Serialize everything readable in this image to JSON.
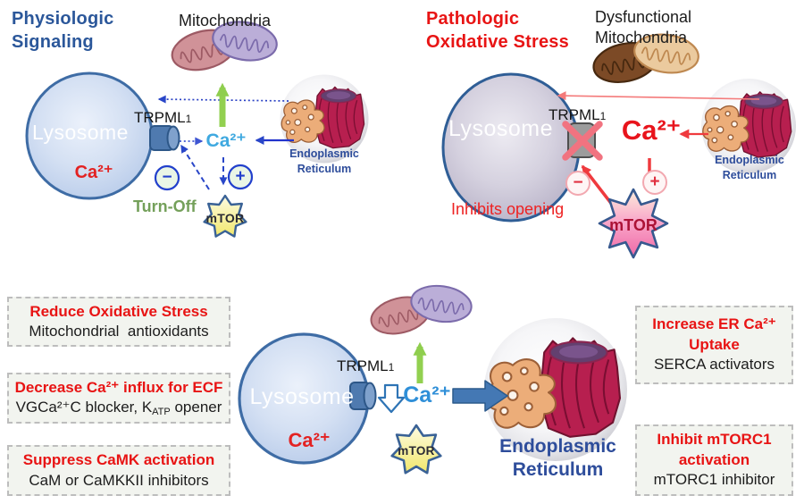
{
  "colors": {
    "physiologic_blue": "#2B579A",
    "pathologic_red": "#E81414",
    "ca_red": "#E32222",
    "ca_cyan": "#3FA9E0",
    "ca_blue": "#2F8FD8",
    "green_arrow": "#92D050",
    "turn_off_green": "#74A05A",
    "er_label_blue": "#2E4D9B",
    "box_fill": "#F2F4EF"
  },
  "physiologic": {
    "title": "Physiologic\nSignaling",
    "mitochondria_label": "Mitochondria",
    "lysosome_label": "Lysosome",
    "lysosome_ca_label": "Ca²⁺",
    "trpml1_label": "TRPML",
    "trpml1_sub": "1",
    "ca_label": "Ca²⁺",
    "er_label": "Endoplasmic\nReticulum",
    "minus_label": "−",
    "plus_label": "+",
    "turn_off_label": "Turn-Off",
    "mtor_label": "mTOR"
  },
  "pathologic": {
    "title": "Pathologic\nOxidative Stress",
    "mitochondria_label": "Dysfunctional\nMitochondria",
    "lysosome_label": "Lysosome",
    "trpml1_label": "TRPML",
    "trpml1_sub": "1",
    "ca_label": "Ca²⁺",
    "er_label": "Endoplasmic\nReticulum",
    "minus_label": "−",
    "plus_label": "+",
    "inhibits_label": "Inhibits opening",
    "mtor_label": "mTOR"
  },
  "therapy": {
    "left_boxes": [
      {
        "title": "Reduce Oxidative Stress",
        "subtitle": "Mitochondrial  antioxidants"
      },
      {
        "title": "Decrease Ca²⁺ influx for ECF",
        "subtitle_pre": "VGCa²⁺C blocker, K",
        "subtitle_sub": "ATP",
        "subtitle_post": " opener"
      },
      {
        "title": "Suppress CaMK activation",
        "subtitle": "CaM or CaMKKII inhibitors"
      }
    ],
    "right_boxes": [
      {
        "title": "Increase ER Ca²⁺\nUptake",
        "subtitle": "SERCA activators"
      },
      {
        "title": "Inhibit mTORC1\nactivation",
        "subtitle": "mTORC1 inhibitor"
      }
    ],
    "lysosome_label": "Lysosome",
    "lysosome_ca_label": "Ca²⁺",
    "trpml1_label": "TRPML",
    "trpml1_sub": "1",
    "ca_label": "Ca²⁺",
    "mtor_label": "mTOR",
    "er_label": "Endoplasmic\nReticulum"
  }
}
